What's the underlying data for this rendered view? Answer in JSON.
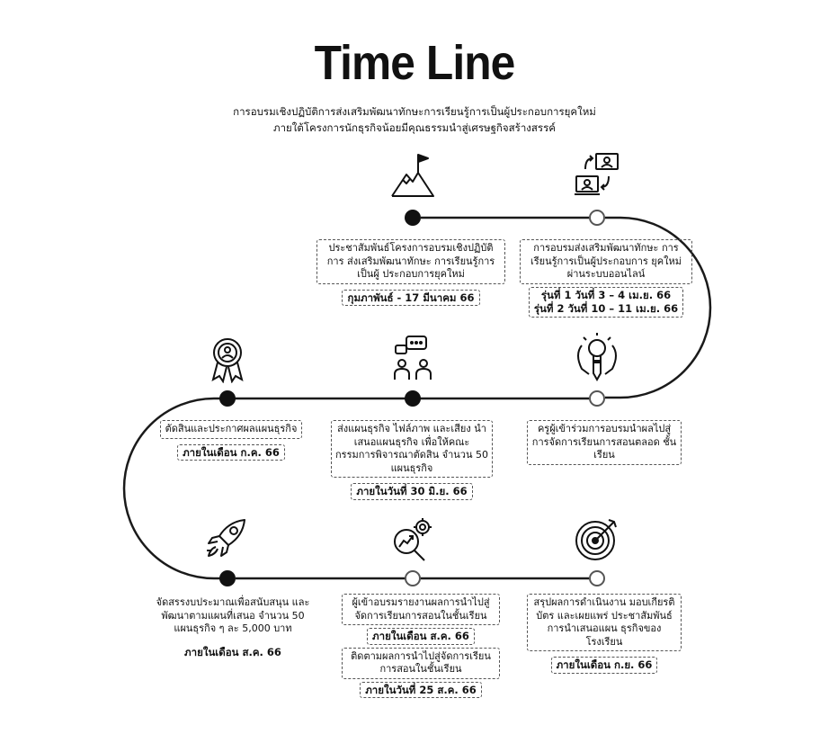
{
  "header": {
    "title": "Time Line",
    "subtitle_1": "การอบรมเชิงปฏิบัติการส่งเสริมพัฒนาทักษะการเรียนรู้การเป็นผู้ประกอบการยุคใหม่",
    "subtitle_2": "ภายใต้โครงการนักธุรกิจน้อยมีคุณธรรมนำสู่เศรษฐกิจสร้างสรรค์"
  },
  "milestones": [
    {
      "icon": "flag-mountain-icon",
      "desc": "ประชาสัมพันธ์โครงการอบรมเชิงปฏิบัติการ ส่งเสริมพัฒนาทักษะ การเรียนรู้การเป็นผู้ ประกอบการยุคใหม่",
      "date": "กุมภาพันธ์ - 17 มีนาคม 66"
    },
    {
      "icon": "online-meeting-icon",
      "desc": "การอบรมส่งเสริมพัฒนาทักษะ การเรียนรู้การเป็นผู้ประกอบการ ยุคใหม่ ผ่านระบบออนไลน์",
      "date_1": "รุ่นที่ 1 วันที่ 3 – 4 เม.ย. 66",
      "date_2": "รุ่นที่ 2 วันที่ 10 – 11 เม.ย. 66"
    },
    {
      "icon": "idea-pencil-icon",
      "desc": "ครูผู้เข้าร่วมการอบรมนำผลไปสู่ การจัดการเรียนการสอนตลอด ชั้นเรียน"
    },
    {
      "icon": "group-discussion-icon",
      "desc": "ส่งแผนธุรกิจ ไฟล์ภาพ และเสียง นำเสนอแผนธุรกิจ เพื่อให้คณะ กรรมการพิจารณาตัดสิน จำนวน 50 แผนธุรกิจ",
      "date": "ภายในวันที่ 30 มิ.ย. 66"
    },
    {
      "icon": "award-ribbon-icon",
      "desc": "ตัดสินและประกาศผลแผนธุรกิจ",
      "date": "ภายในเดือน ก.ค. 66"
    },
    {
      "icon": "rocket-icon",
      "desc": "จัดสรรงบประมาณเพื่อสนับสนุน และพัฒนาตามแผนที่เสนอ จำนวน 50 แผนธุรกิจ ๆ ละ 5,000 บาท",
      "date": "ภายในเดือน ส.ค. 66"
    },
    {
      "icon": "analysis-gear-icon",
      "desc": "ผู้เข้าอบรมรายงานผลการนำไปสู่ จัดการเรียนการสอนในชั้นเรียน",
      "date": "ภายในเดือน ส.ค. 66",
      "desc_2": "ติดตามผลการนำไปสู่จัดการเรียน การสอนในชั้นเรียน",
      "date_2": "ภายในวันที่ 25 ส.ค. 66"
    },
    {
      "icon": "target-icon",
      "desc": "สรุปผลการดำเนินงาน มอบเกียรติบัตร และเผยแพร่ ประชาสัมพันธ์การนำเสนอแผน ธุรกิจของโรงเรียน",
      "date": "ภายในเดือน ก.ย. 66"
    }
  ]
}
